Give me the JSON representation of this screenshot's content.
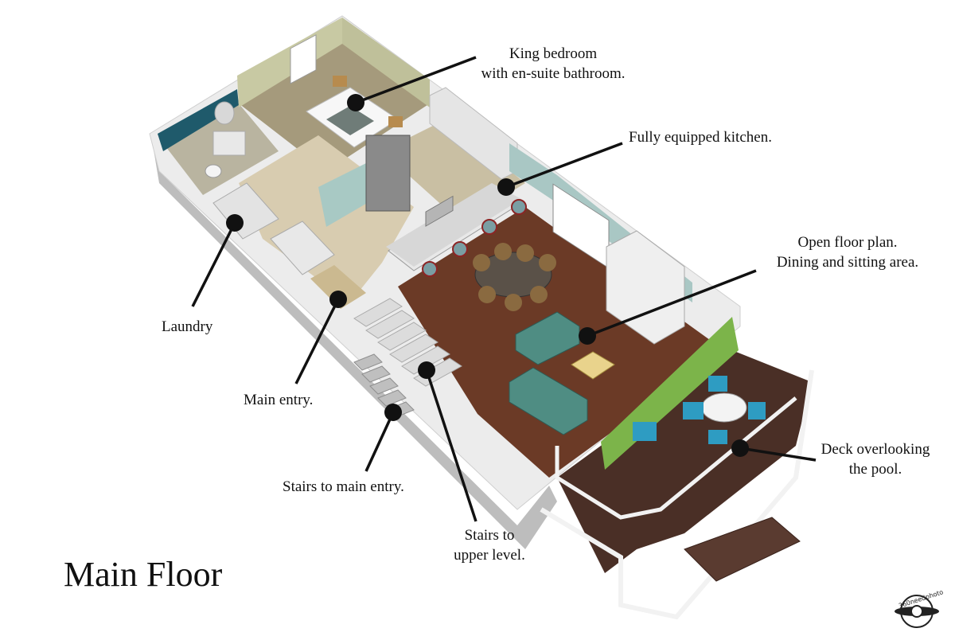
{
  "title": "Main Floor",
  "annotations": [
    {
      "id": "bedroom",
      "lines": [
        "King bedroom",
        "with en-suite bathroom."
      ]
    },
    {
      "id": "kitchen",
      "lines": [
        "Fully equipped kitchen."
      ]
    },
    {
      "id": "open-plan",
      "lines": [
        "Open floor plan.",
        "Dining and sitting area."
      ]
    },
    {
      "id": "laundry",
      "lines": [
        "Laundry"
      ]
    },
    {
      "id": "main-entry",
      "lines": [
        "Main entry."
      ]
    },
    {
      "id": "stairs-main-entry",
      "lines": [
        "Stairs to main entry."
      ]
    },
    {
      "id": "stairs-upper",
      "lines": [
        "Stairs to",
        "upper level."
      ]
    },
    {
      "id": "deck",
      "lines": [
        "Deck overlooking",
        "the pool."
      ]
    }
  ],
  "watermark": "360needphoto",
  "colors": {
    "wall": "#eeeeee",
    "wall_shadow": "#c9c9c9",
    "floor_wood": "#6b3a26",
    "floor_tile": "#d8ccb0",
    "deck_wood": "#4a2f26",
    "bedroom_wall": "#c8c9a3",
    "bath_wall": "#1f5a6b",
    "accent_teal": "#4f8d83",
    "callout": "#111111"
  }
}
